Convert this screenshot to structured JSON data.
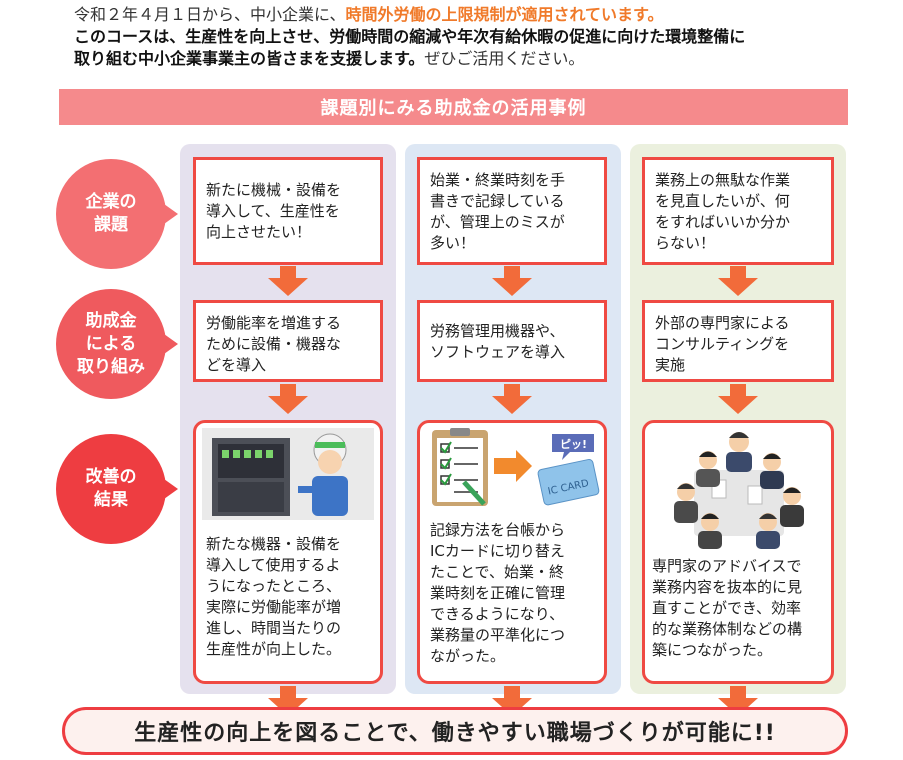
{
  "intro": {
    "line1_prefix": "令和２年４月１日から、中小企業に、",
    "line1_highlight": "時間外労働の上限規制が適用されています。",
    "line2_bold": "このコースは、生産性を向上させ、労働時間の縮減や年次有給休暇の促進に向けた環境整備に",
    "line3_bold": "取り組む中小企業事業主の皆さまを支援します。",
    "line3_plain": "ぜひご活用ください。"
  },
  "banner": "課題別にみる助成金の活用事例",
  "row_labels": [
    "企業の\n課題",
    "助成金\nによる\n取り組み",
    "改善の\n結果"
  ],
  "columns": [
    {
      "issue": "新たに機械・設備を\n導入して、生産性を\n向上させたい！",
      "action": "労働能率を増進する\nために設備・機器な\nどを導入",
      "result": "新たな機器・設備を\n導入して使用するよ\nうになったところ、\n実際に労働能率が増\n進し、時間当たりの\n生産性が向上した。"
    },
    {
      "issue": "始業・終業時刻を手\n書きで記録している\nが、管理上のミスが\n多い！",
      "action": "労務管理用機器や、\nソフトウェアを導入",
      "result": "記録方法を台帳から\nICカードに切り替え\nたことで、始業・終\n業時刻を正確に管理\nできるようになり、\n業務量の平準化につ\nながった。",
      "illus_bubble": "ピッ!",
      "illus_card": "IC CARD"
    },
    {
      "issue": "業務上の無駄な作業\nを見直したいが、何\nをすればいいか分か\nらない！",
      "action": "外部の専門家による\nコンサルティングを\n実施",
      "result": "専門家のアドバイスで\n業務内容を抜本的に見\n直すことができ、効率\n的な業務体制などの構\n築につながった。"
    }
  ],
  "footer": "生産性の向上を図ることで、働きやすい職場づくりが可能に!!",
  "colors": {
    "accent_orange": "#f07a2a",
    "banner": "#f58a8c",
    "box_border": "#ef4a43",
    "arrow": "#f26b3a",
    "col1_bg": "#e5e1ee",
    "col2_bg": "#dde7f4",
    "col3_bg": "#ebf0de"
  },
  "icons": [
    "machine-worker-illustration",
    "ic-card-checklist-illustration",
    "consulting-meeting-illustration"
  ]
}
